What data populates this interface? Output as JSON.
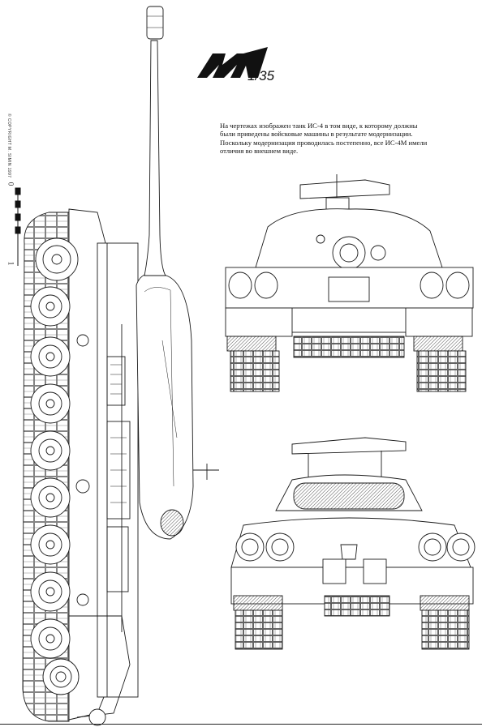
{
  "logo": {
    "scale": "1/35"
  },
  "caption": {
    "lines": [
      "На чертежах изображен танк ИС-4 в том виде, к которому должны",
      "были приведены войсковые машины в результате модернизации.",
      "Поскольку модернизация проводилась постепенно, все ИС-4М имели",
      "отличия во внешнем виде."
    ]
  },
  "copyright": "© COPYRIGHT M. SIMIN 1997",
  "scale_bar": {
    "zero": "0",
    "one": "1"
  },
  "colors": {
    "ink": "#1a1a1a",
    "hatch": "#555555",
    "paper": "#ffffff"
  }
}
